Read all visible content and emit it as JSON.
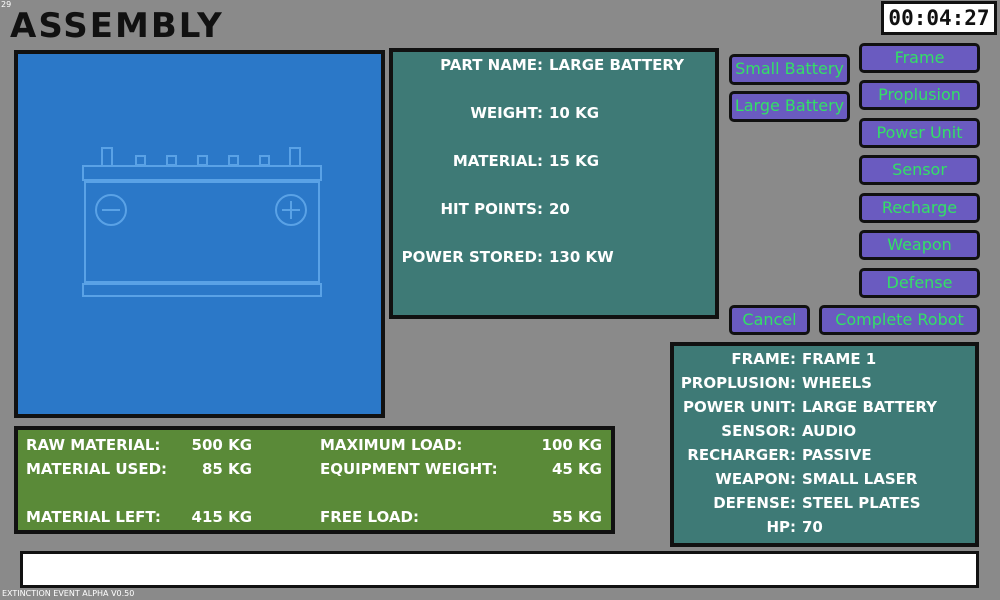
{
  "fps": "29",
  "title": "ASSEMBLY",
  "timer": "00:04:27",
  "part_info": {
    "part_name_label": "PART NAME:",
    "part_name_value": "LARGE BATTERY",
    "weight_label": "WEIGHT:",
    "weight_value": "10 KG",
    "material_label": "MATERIAL:",
    "material_value": "15 KG",
    "hp_label": "HIT POINTS:",
    "hp_value": "20",
    "power_label": "POWER STORED:",
    "power_value": "130 KW"
  },
  "part_options": [
    "Small Battery",
    "Large Battery"
  ],
  "categories": [
    "Frame",
    "Proplusion",
    "Power Unit",
    "Sensor",
    "Recharge",
    "Weapon",
    "Defense"
  ],
  "actions": {
    "cancel": "Cancel",
    "complete": "Complete Robot"
  },
  "summary": [
    {
      "label": "FRAME:",
      "value": "FRAME 1"
    },
    {
      "label": "PROPLUSION:",
      "value": "WHEELS"
    },
    {
      "label": "POWER UNIT:",
      "value": "LARGE BATTERY"
    },
    {
      "label": "SENSOR:",
      "value": "AUDIO"
    },
    {
      "label": "RECHARGER:",
      "value": "PASSIVE"
    },
    {
      "label": "WEAPON:",
      "value": "SMALL LASER"
    },
    {
      "label": "DEFENSE:",
      "value": "STEEL PLATES"
    },
    {
      "label": "HP:",
      "value": "70"
    }
  ],
  "stats": {
    "raw_material_label": "RAW MATERIAL:",
    "raw_material_value": "500 KG",
    "material_used_label": "MATERIAL USED:",
    "material_used_value": "85 KG",
    "material_left_label": "MATERIAL LEFT:",
    "material_left_value": "415 KG",
    "max_load_label": "MAXIMUM LOAD:",
    "max_load_value": "100 KG",
    "equip_weight_label": "EQUIPMENT WEIGHT:",
    "equip_weight_value": "45 KG",
    "free_load_label": "FREE LOAD:",
    "free_load_value": "55 KG"
  },
  "message": "",
  "version": "EXTINCTION EVENT ALPHA V0.50",
  "colors": {
    "background": "#8a8a8a",
    "blueprint": "#2b78c8",
    "teal_panel": "#3e7a76",
    "stats_panel": "#5a8a38",
    "button": "#6a5bc0",
    "button_text": "#33e066"
  },
  "icons": {
    "blueprint": "battery-blueprint-icon"
  }
}
